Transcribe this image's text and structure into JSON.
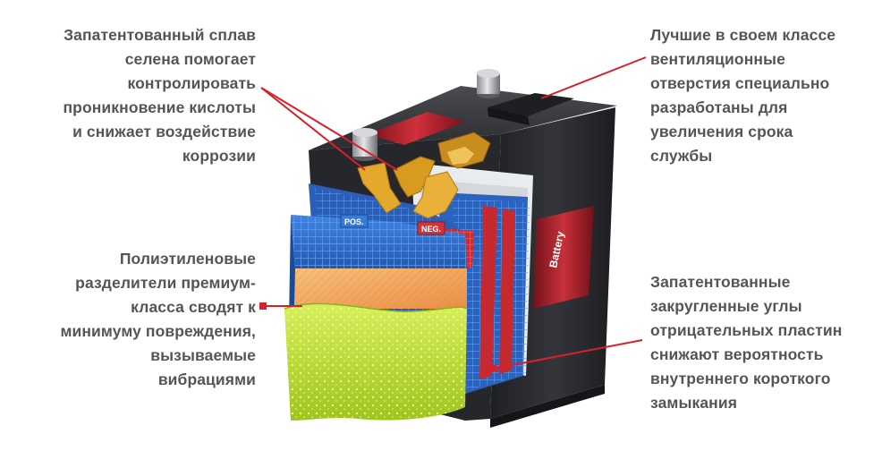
{
  "captions": {
    "alloy": [
      "Запатентованный сплав",
      "селена помогает",
      "контролировать",
      "проникновение кислоты",
      "и снижает воздействие",
      "коррозии"
    ],
    "separators": [
      "Полиэтиленовые",
      "разделители премиум-",
      "класса сводят к",
      "минимуму повреждения,",
      "вызываемые",
      "вибрациями"
    ],
    "vents": [
      "Лучшие в своем классе",
      "вентиляционные",
      "отверстия специально",
      "разработаны для",
      "увеличения срока",
      "службы"
    ],
    "corners": [
      "Запатентованные",
      "закругленные углы",
      "отрицательных пластин",
      "снижают вероятность",
      "внутреннего короткого",
      "замыкания"
    ]
  },
  "plate_labels": {
    "positive": "POS.",
    "negative": "NEG."
  },
  "case_label": "Battery",
  "colors": {
    "caption_text": "#555555",
    "leader_line": "#d8202a",
    "case_body": "#2a2b2f",
    "plate_blue": "#2f6fd0",
    "plate_red": "#d43035",
    "separator_orange": "#f2a15a",
    "acid_green": "#b6d928",
    "terminal_gold": "#e0a52a"
  }
}
